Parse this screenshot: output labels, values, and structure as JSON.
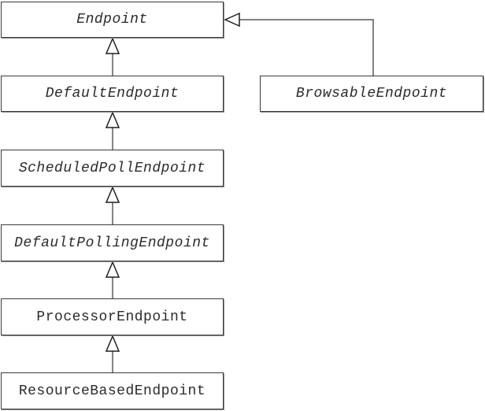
{
  "diagram": {
    "type": "uml-class-hierarchy",
    "background_color": "#ffffff",
    "box_fill_color": "#ffffff",
    "box_border_color": "#3a3a3a",
    "line_color": "#5a5a5a",
    "text_color": "#2b2b2b",
    "nodes": [
      {
        "id": "endpoint",
        "label": "Endpoint",
        "abstract": true
      },
      {
        "id": "default-endpoint",
        "label": "DefaultEndpoint",
        "abstract": true
      },
      {
        "id": "browsable-endpoint",
        "label": "BrowsableEndpoint",
        "abstract": true
      },
      {
        "id": "scheduled-poll-endpoint",
        "label": "ScheduledPollEndpoint",
        "abstract": true
      },
      {
        "id": "default-polling-endpoint",
        "label": "DefaultPollingEndpoint",
        "abstract": true
      },
      {
        "id": "processor-endpoint",
        "label": "ProcessorEndpoint",
        "abstract": false
      },
      {
        "id": "resource-based-endpoint",
        "label": "ResourceBasedEndpoint",
        "abstract": false
      }
    ],
    "edges": [
      {
        "from": "DefaultEndpoint",
        "to": "Endpoint",
        "type": "generalization"
      },
      {
        "from": "BrowsableEndpoint",
        "to": "Endpoint",
        "type": "generalization"
      },
      {
        "from": "ScheduledPollEndpoint",
        "to": "DefaultEndpoint",
        "type": "generalization"
      },
      {
        "from": "DefaultPollingEndpoint",
        "to": "ScheduledPollEndpoint",
        "type": "generalization"
      },
      {
        "from": "ProcessorEndpoint",
        "to": "DefaultPollingEndpoint",
        "type": "generalization"
      },
      {
        "from": "ResourceBasedEndpoint",
        "to": "ProcessorEndpoint",
        "type": "generalization"
      }
    ]
  }
}
